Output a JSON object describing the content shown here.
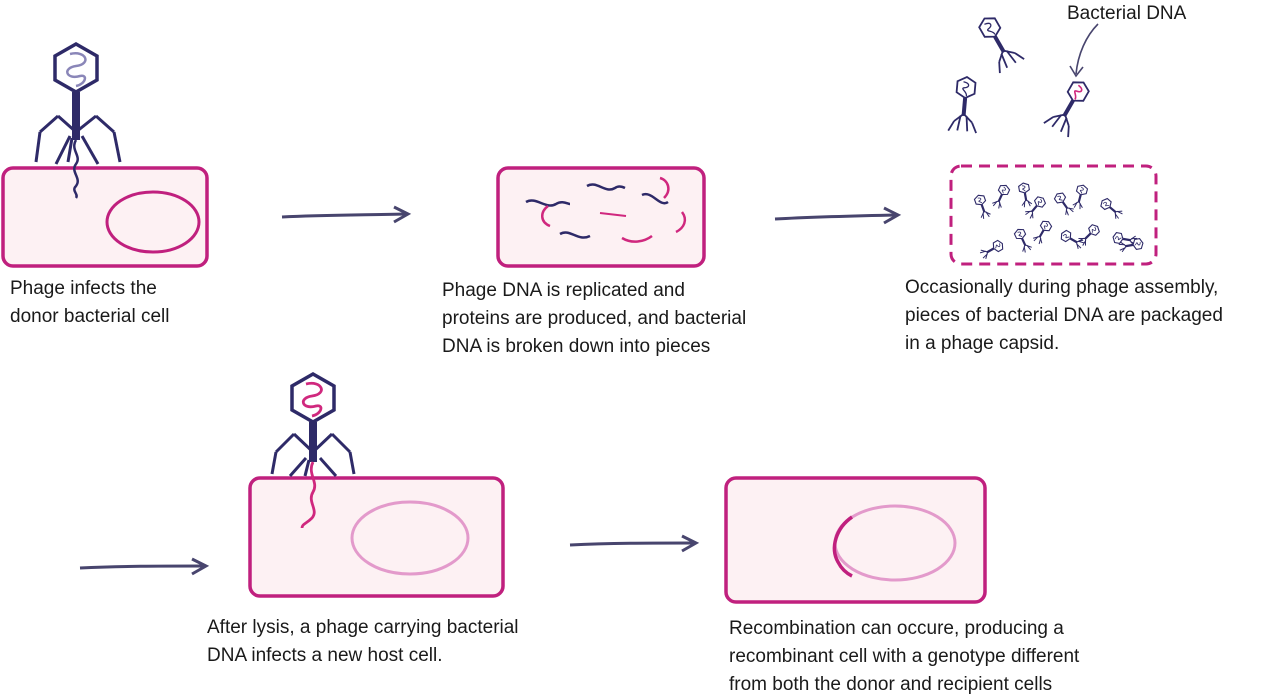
{
  "diagram": {
    "label_bacterial_dna": "Bacterial DNA",
    "steps": [
      {
        "lines": [
          "Phage infects the",
          "donor bacterial cell"
        ]
      },
      {
        "lines": [
          "Phage DNA is replicated and",
          "proteins are produced, and bacterial",
          "DNA is broken down into pieces"
        ]
      },
      {
        "lines": [
          "Occasionally during phage assembly,",
          "pieces of bacterial DNA are packaged",
          "in a phage capsid."
        ]
      },
      {
        "lines": [
          "After lysis, a phage carrying bacterial",
          "DNA infects a new host cell."
        ]
      },
      {
        "lines": [
          "Recombination can occure, producing a",
          "recombinant cell with a genotype different",
          "from both the donor and recipient cells"
        ]
      }
    ]
  },
  "colors": {
    "cell_stroke": "#c0207e",
    "cell_fill": "#fdf1f3",
    "phage": "#2e2a68",
    "bacterial_dna": "#d0287e",
    "nucleoid_light": "#e39acb",
    "arrow": "#48456e"
  }
}
